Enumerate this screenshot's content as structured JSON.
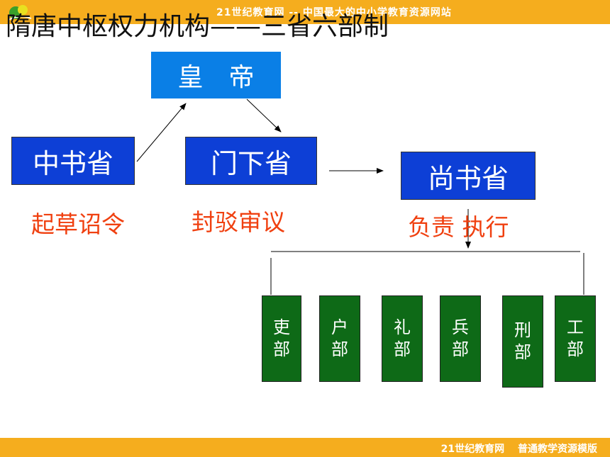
{
  "header": {
    "banner_text": "21世纪教育网 -- 中国最大的中小学教育资源网站",
    "logo_icon": "site-logo-icon",
    "bar_color": "#f5ad1e"
  },
  "title": "隋唐中枢权力机构——三省六部制",
  "nodes": {
    "emperor": "皇　帝",
    "zhongshu": "中书省",
    "menxia": "门下省",
    "shangshu": "尚书省"
  },
  "functions": {
    "zhongshu": "起草诏令",
    "menxia": "封驳审议",
    "shangshu": "负责 执行"
  },
  "ministries": [
    {
      "char1": "吏",
      "char2": "部"
    },
    {
      "char1": "户",
      "char2": "部"
    },
    {
      "char1": "礼",
      "char2": "部"
    },
    {
      "char1": "兵",
      "char2": "部"
    },
    {
      "char1": "刑",
      "char2": "部"
    },
    {
      "char1": "工",
      "char2": "部"
    }
  ],
  "footer": {
    "text": "21世纪教育网　 普通教学资源模版"
  },
  "colors": {
    "emperor_box": "#0a7fe6",
    "sheng_box": "#0d3fd6",
    "ministry_box": "#0e6a17",
    "function_text": "#f04010"
  }
}
